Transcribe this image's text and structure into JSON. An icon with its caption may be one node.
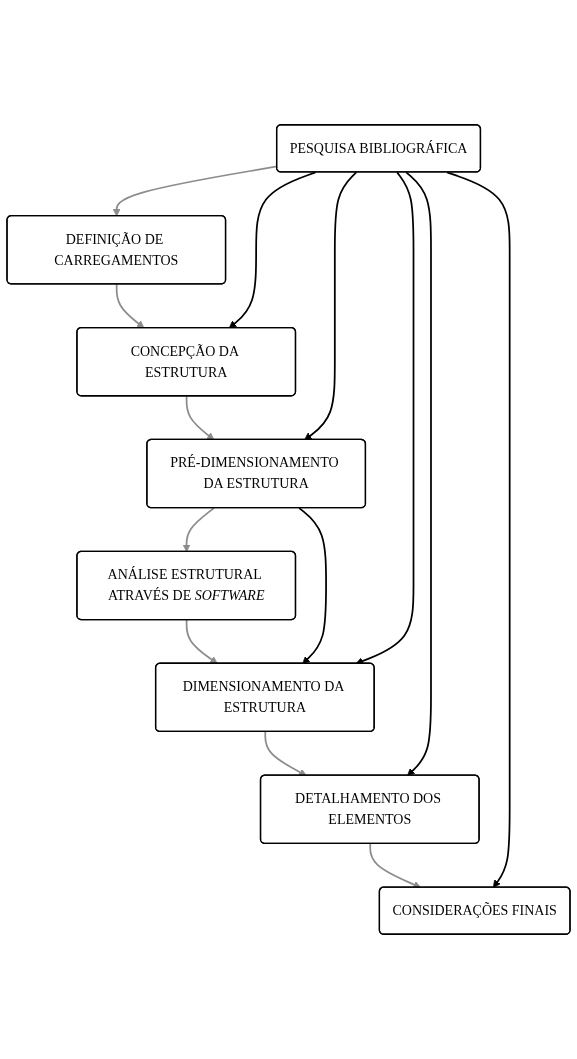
{
  "diagram": {
    "nodes": [
      {
        "text": [
          "PESQUISA BIBLIOGRÁFICA"
        ]
      },
      {
        "text": [
          "DEFINIÇÃO DE CARREGAMENTOS"
        ]
      },
      {
        "text": [
          "CONCEPÇÃO DA ESTRUTURA"
        ]
      },
      {
        "text": [
          "PRÉ-DIMENSIONAMENTO DA ESTRUTURA"
        ]
      },
      {
        "text": [
          "ANÁLISE ESTRUTURAL ATRAVÉS DE *SOFTWARE*"
        ]
      },
      {
        "text": [
          "DIMENSIONAMENTO DA ESTRUTURA"
        ]
      },
      {
        "text": [
          "DETALHAMENTO DOS ELEMENTOS"
        ]
      },
      {
        "text": [
          "CONSIDERAÇÕES FINAIS"
        ]
      }
    ],
    "edges": [
      {
        "from": 0,
        "to": 1,
        "arrow": "to"
      },
      {
        "from": 1,
        "to": 2,
        "arrow": "to"
      },
      {
        "from": 2,
        "to": 3,
        "arrow": "to"
      },
      {
        "from": 3,
        "to": 4,
        "arrow": "to"
      },
      {
        "from": 4,
        "to": 5,
        "arrow": "to"
      },
      {
        "from": 5,
        "to": 6,
        "arrow": "to"
      },
      {
        "from": 6,
        "to": 7,
        "arrow": "to"
      },
      {
        "from": 0,
        "to": 2,
        "arrow": "to",
        "color": "#000000"
      },
      {
        "from": 0,
        "to": 3,
        "arrow": "to",
        "color": "#000000"
      },
      {
        "from": 0,
        "to": 5,
        "arrow": "to",
        "color": "#000000"
      },
      {
        "from": 0,
        "to": 6,
        "arrow": "to",
        "color": "#000000"
      },
      {
        "from": 0,
        "to": 7,
        "arrow": "to",
        "color": "#000000"
      },
      {
        "from": 3,
        "to": 5,
        "arrow": "to",
        "color": "#000000"
      }
    ]
  }
}
